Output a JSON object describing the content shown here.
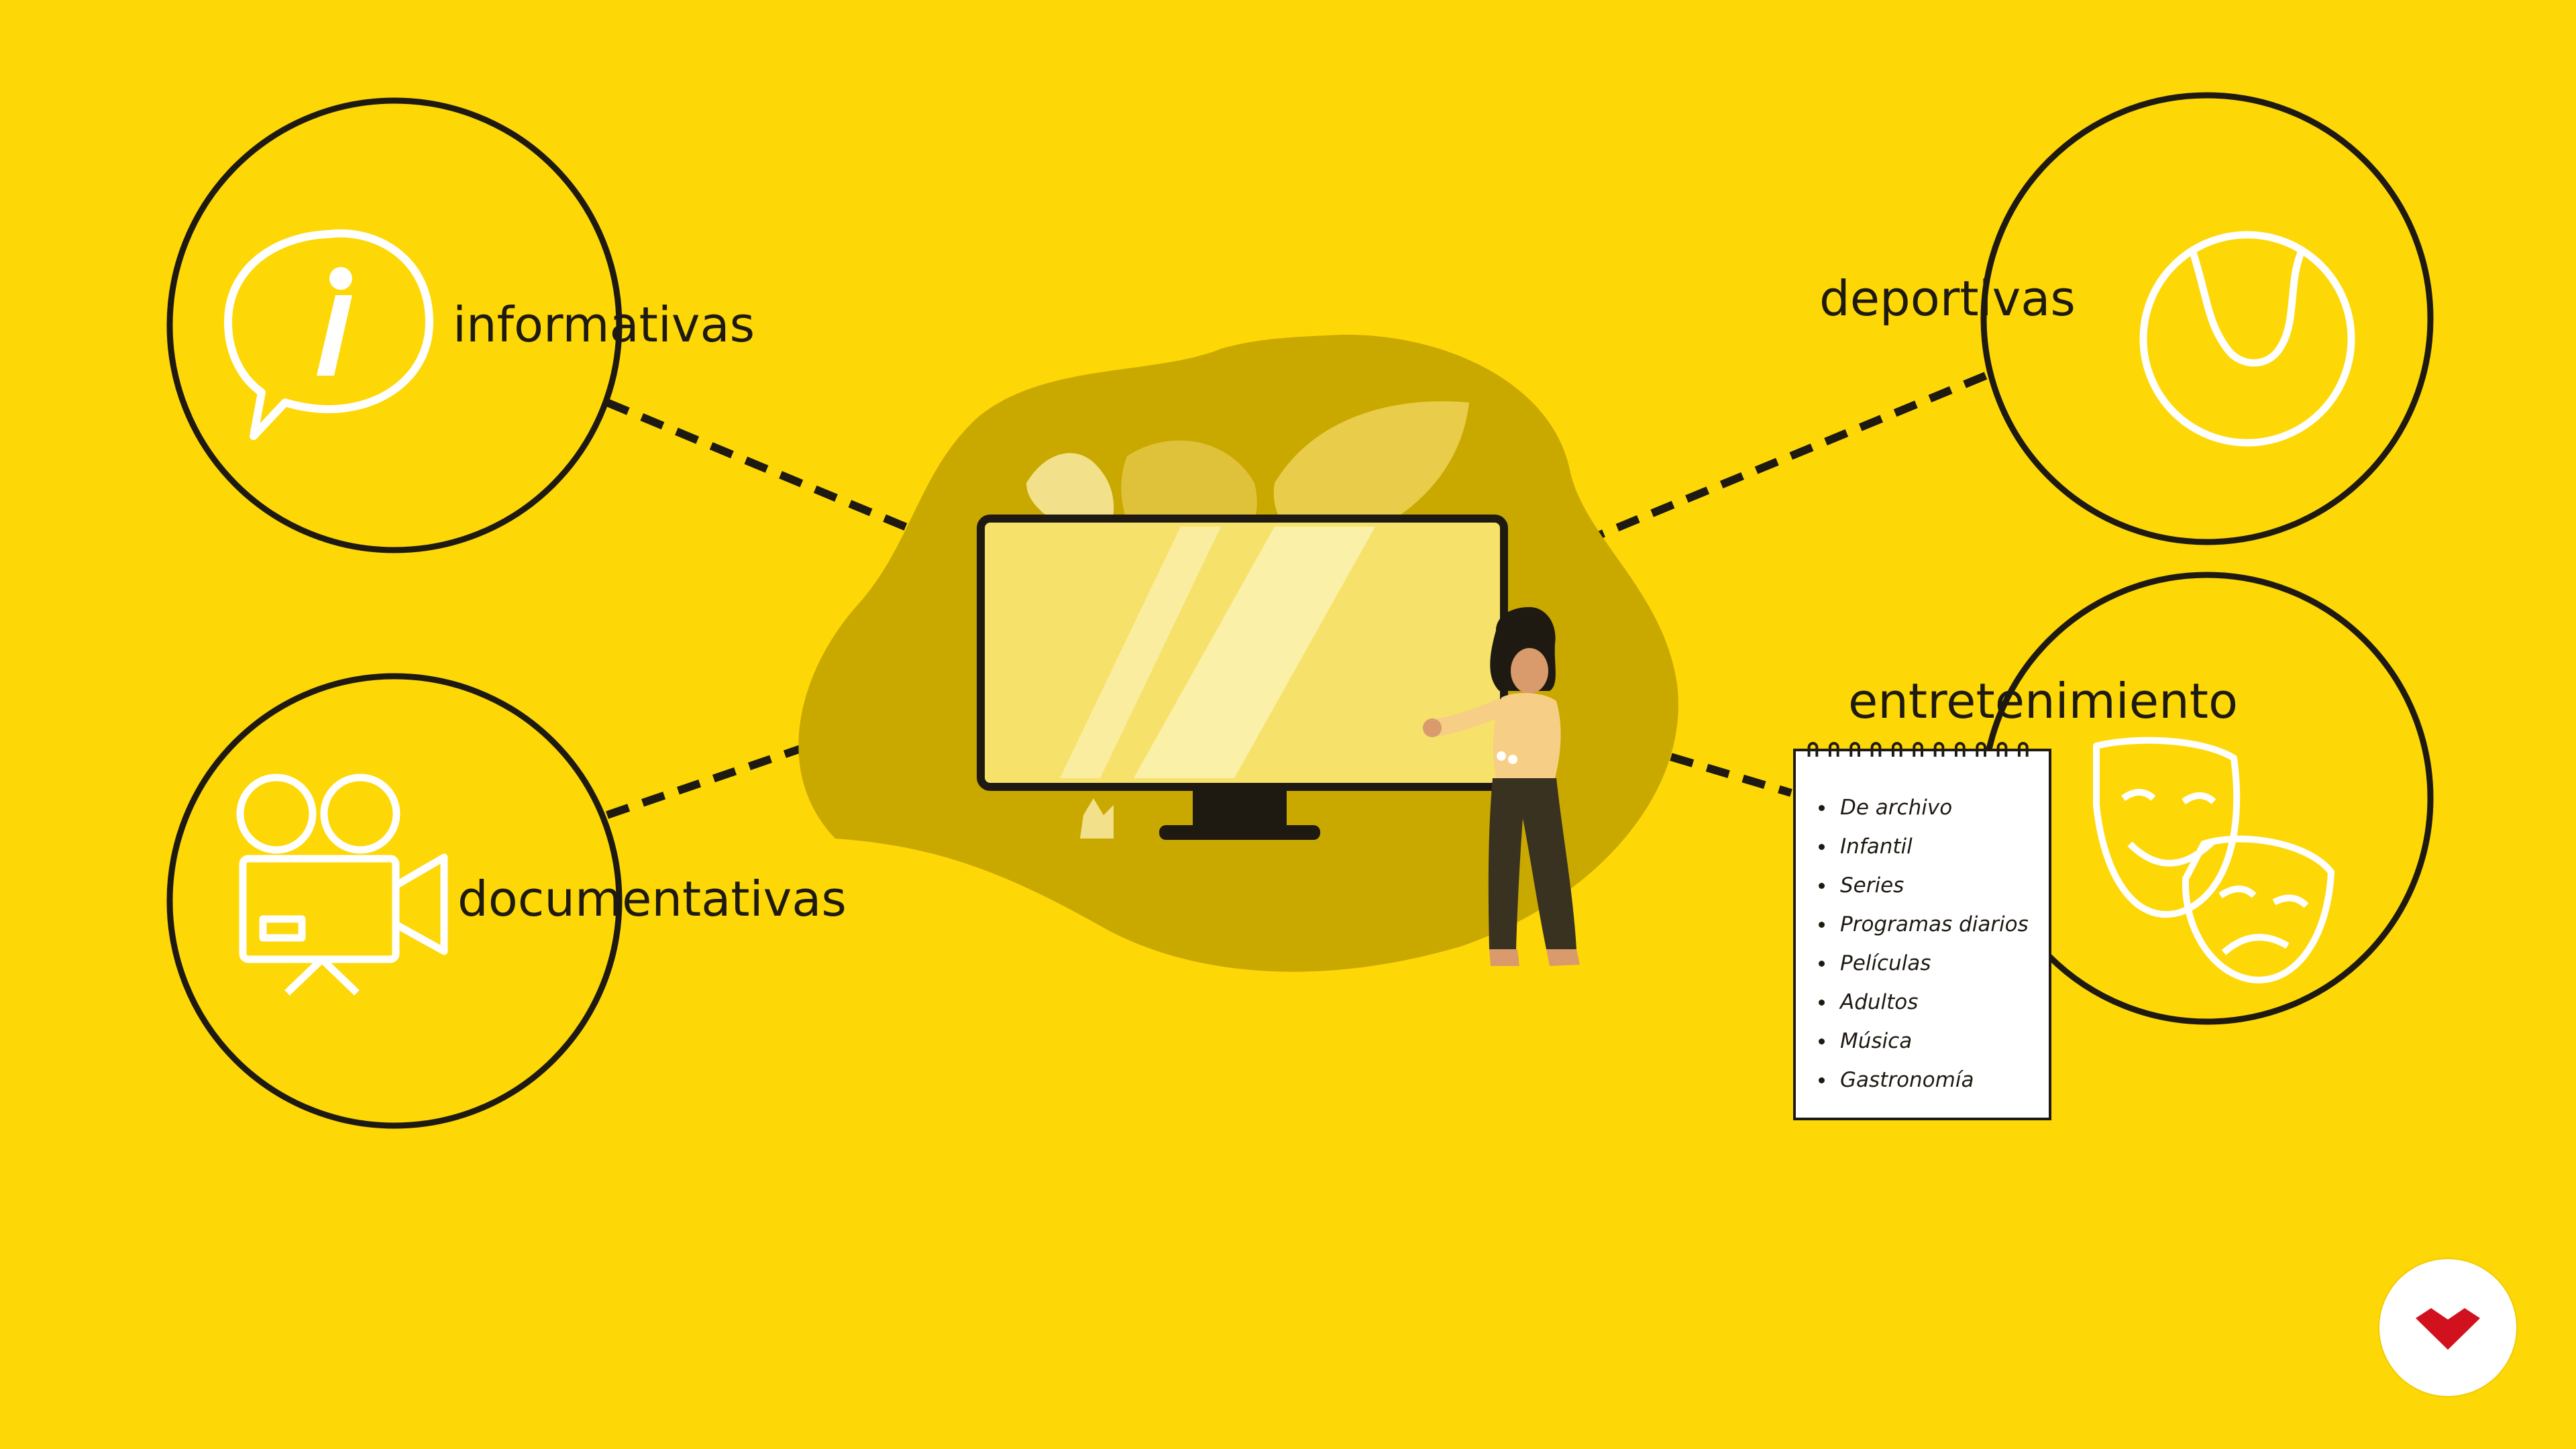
{
  "colors": {
    "background": "#fdd706",
    "dark": "#1e1a12",
    "blob": "#c9a800",
    "white": "#ffffff",
    "brand_red": "#d1121e"
  },
  "categories": {
    "informativas": {
      "label": "informativas",
      "icon": "info-speech-bubble-icon"
    },
    "documentativas": {
      "label": "documentativas",
      "icon": "movie-camera-icon"
    },
    "deportivas": {
      "label": "deportivas",
      "icon": "tennis-ball-icon"
    },
    "entretenimiento": {
      "label": "entretenimiento",
      "icon": "theater-masks-icon"
    }
  },
  "center": {
    "icon": "monitor-screen-icon",
    "figure": "presenting-woman"
  },
  "entertainment_list": [
    "De archivo",
    "Infantil",
    "Series",
    "Programas diarios",
    "Películas",
    "Adultos",
    "Música",
    "Gastronomía"
  ],
  "logo": {
    "icon": "brand-logo-icon"
  }
}
